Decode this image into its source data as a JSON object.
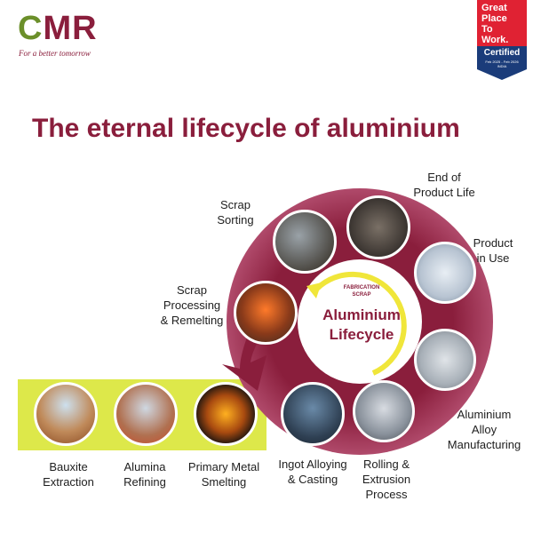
{
  "brand": {
    "logo_text": "CMR",
    "tagline": "For a better tomorrow",
    "color_primary": "#8a1e3c",
    "color_accent": "#6b8f2a"
  },
  "badge": {
    "line1": "Great",
    "line2": "Place",
    "line3": "To",
    "line4": "Work.",
    "certified": "Certified",
    "dates": "Feb 2025 - Feb 2026",
    "country": "INDIA",
    "color": "#1b3c7a",
    "accent": "#e02233"
  },
  "title": "The eternal lifecycle of aluminium",
  "cycle": {
    "center_title": "Aluminium\nLifecycle",
    "inner_arrow_label": "FABRICATION\nSCRAP",
    "ring_color": "#8a1e3c",
    "arrow_color": "#f0e63a"
  },
  "stages": {
    "end_of_life": "End of\nProduct Life",
    "product_in_use": "Product\nin Use",
    "alloy_manufacturing": "Aluminium\nAlloy\nManufacturing",
    "rolling": "Rolling &\nExtrusion\nProcess",
    "ingot": "Ingot Alloying\n& Casting",
    "smelting": "Primary Metal\nSmelting",
    "refining": "Alumina\nRefining",
    "bauxite": "Bauxite\nExtraction",
    "scrap_processing": "Scrap\nProcessing\n& Remelting",
    "scrap_sorting": "Scrap\nSorting"
  }
}
